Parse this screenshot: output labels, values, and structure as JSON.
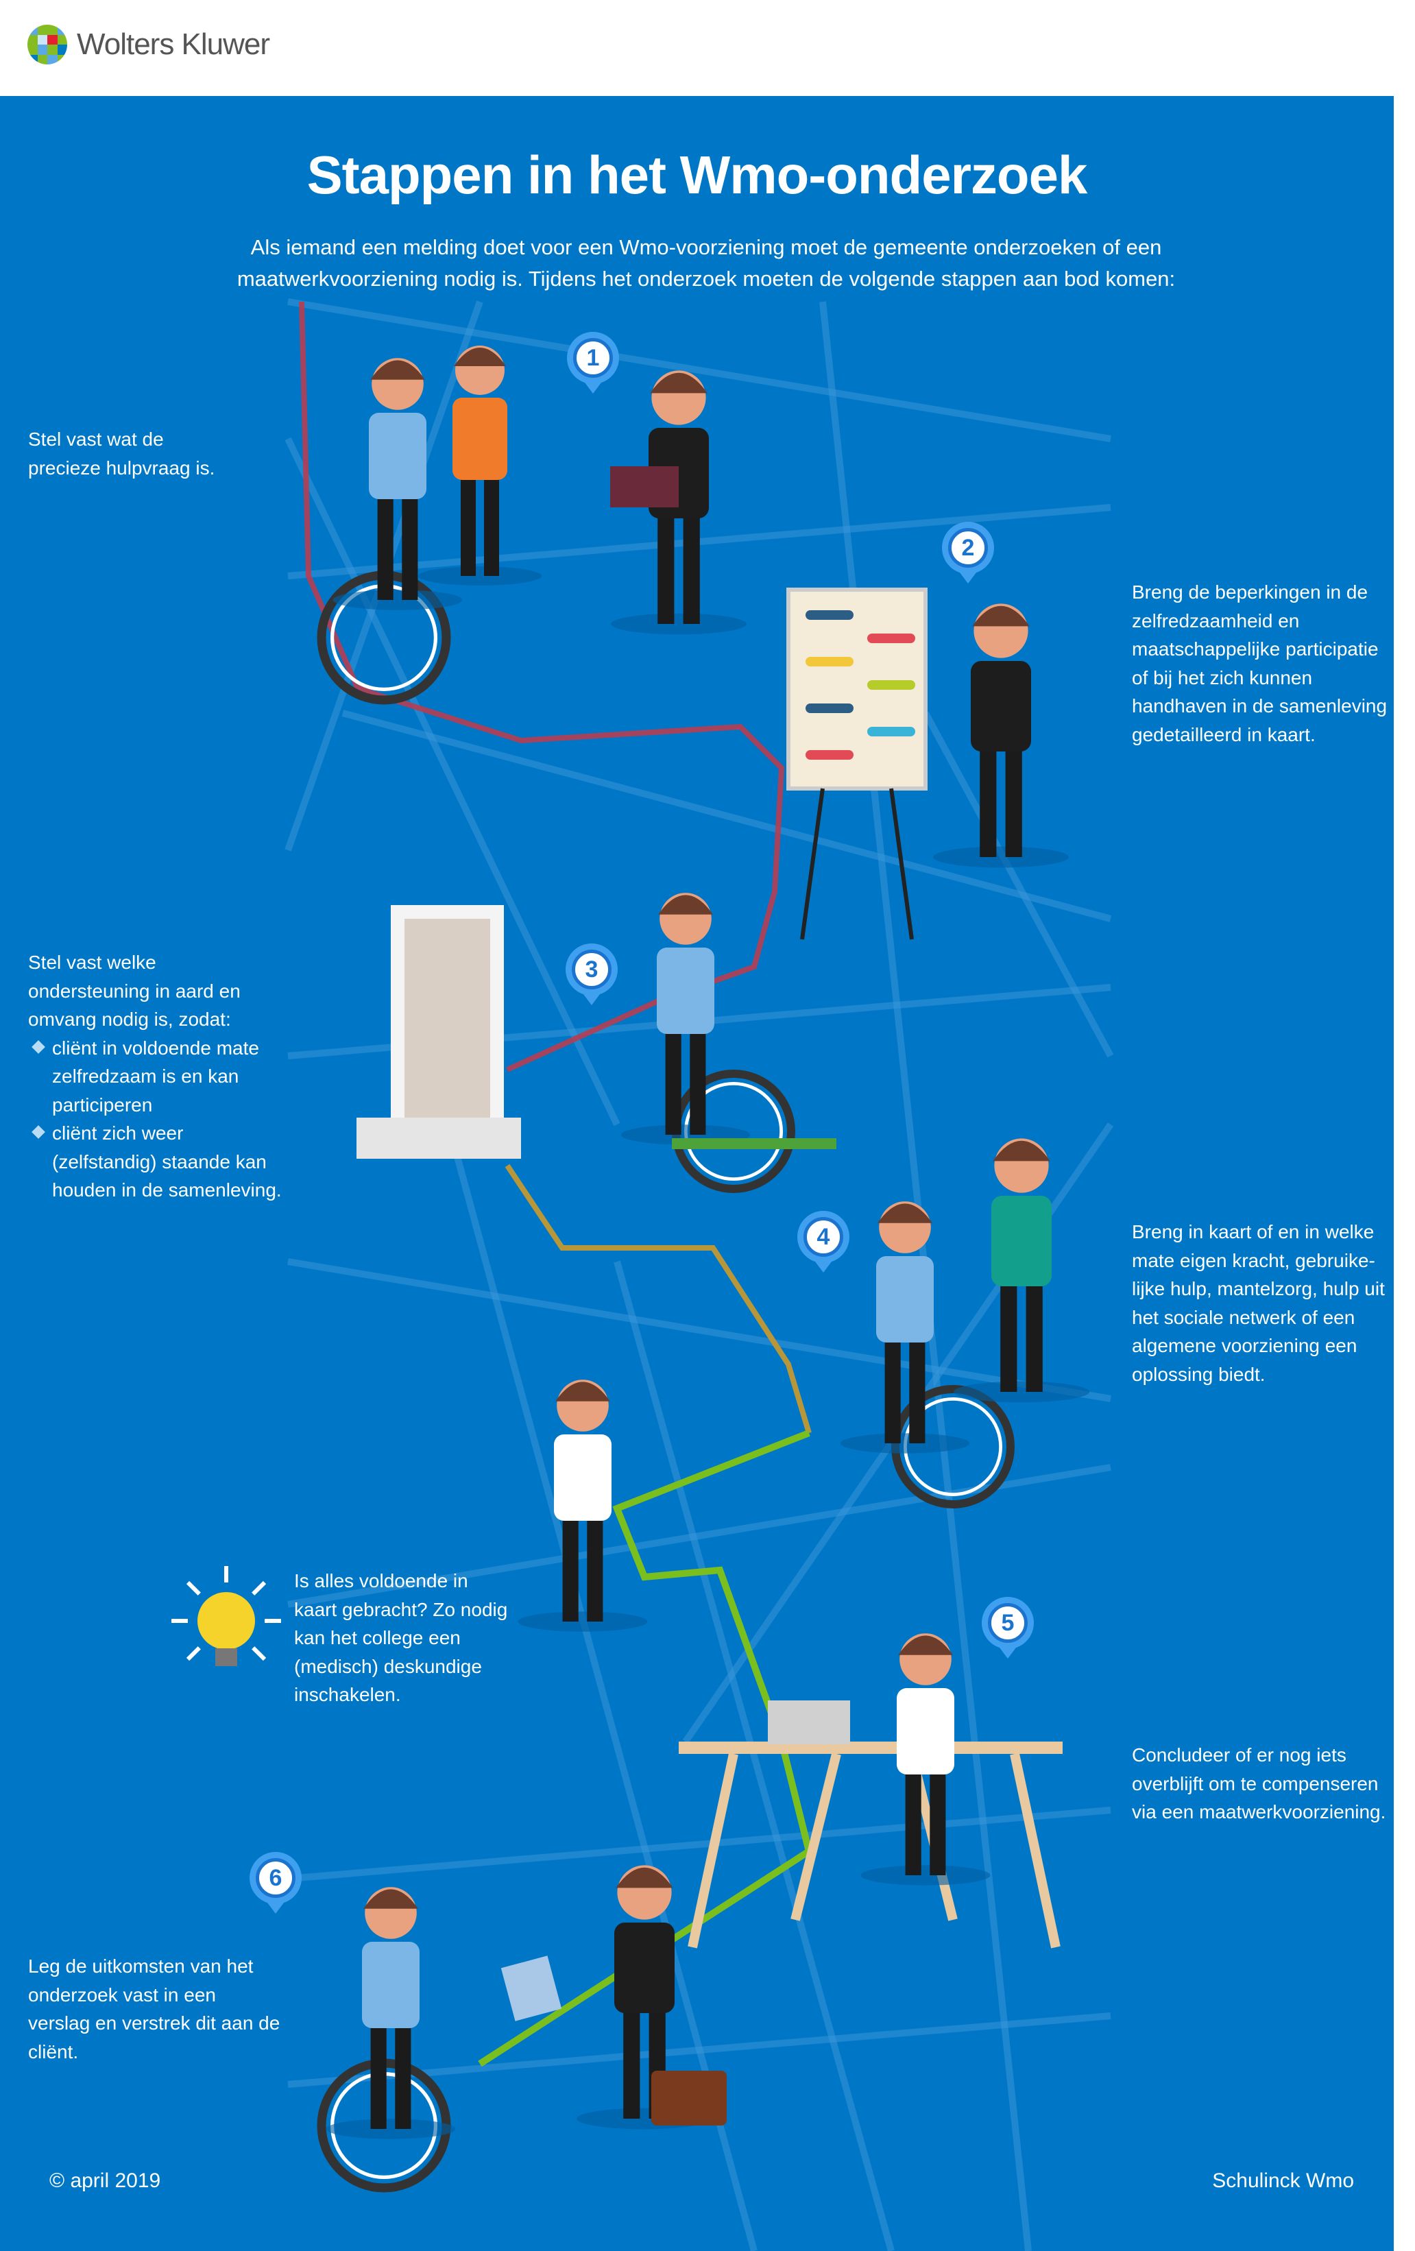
{
  "brand": {
    "name": "Wolters Kluwer"
  },
  "title": "Stappen in het Wmo-onderzoek",
  "intro": "Als iemand een melding doet voor een Wmo-voorziening moet de gemeente onderzoeken of een maatwerkvoorziening nodig is. Tijdens het onderzoek moeten de volgende stappen aan bod komen:",
  "steps": [
    {
      "number": "1",
      "text": "Stel vast wat de precieze hulpvraag is."
    },
    {
      "number": "2",
      "text": "Breng de  beperkingen in de zelfredzaamheid en maatschappelijke participatie of bij het zich kunnen handhaven in de samenleving gedetailleerd in kaart."
    },
    {
      "number": "3",
      "text": "Stel vast welke ondersteuning in aard en omvang nodig is, zodat:",
      "bullets": [
        "cliënt in voldoende mate zelfredzaam is en kan participeren",
        "cliënt zich weer (zelfstandig) staande kan houden in de samenleving."
      ]
    },
    {
      "number": "4",
      "text": "Breng in kaart of en in welke mate eigen kracht, gebruike-lijke hulp, mantelzorg, hulp uit het sociale netwerk of een algemene voorziening een oplossing biedt."
    },
    {
      "number": "5",
      "text": "Concludeer of er nog iets overblijft om te compenseren via een maatwerkvoorziening."
    },
    {
      "number": "6",
      "text": "Leg de uitkomsten van het onderzoek vast in een verslag en verstrek dit aan de cliënt."
    }
  ],
  "tip": {
    "icon": "lightbulb-icon",
    "text": "Is alles voldoende in kaart gebracht? Zo nodig kan het college een (medisch) deskundige inschakelen."
  },
  "footer": {
    "date": "© april 2019",
    "source": "Schulinck Wmo"
  },
  "colors": {
    "background": "#0077c6",
    "pin": "#3fa0f0",
    "route_red": "#c0394b",
    "route_gold": "#b8963a",
    "route_green": "#7bbf1e"
  }
}
